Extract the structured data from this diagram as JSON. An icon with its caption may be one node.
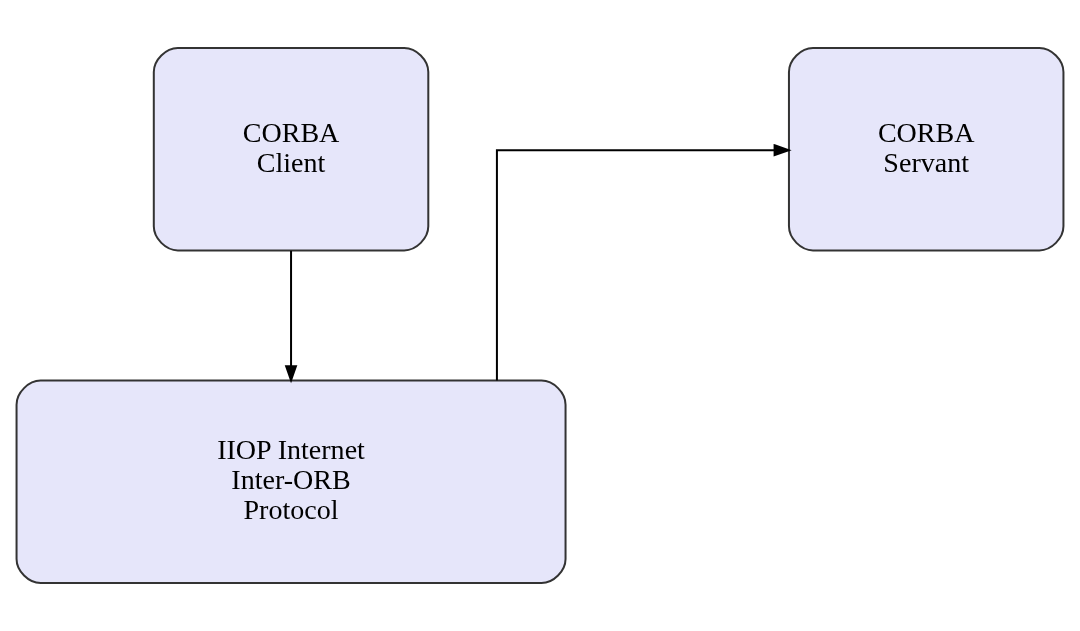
{
  "diagram": {
    "nodes": [
      {
        "text": [
          "CORBA Client"
        ]
      },
      {
        "text": [
          "CORBA Servant"
        ]
      },
      {
        "text": [
          "IIOP Internet Inter-ORB Protocol"
        ]
      }
    ],
    "edges": [
      {
        "from": 0,
        "to": 2,
        "arrow": "to"
      },
      {
        "from": 2,
        "to": 1,
        "arrow": "to"
      }
    ]
  }
}
